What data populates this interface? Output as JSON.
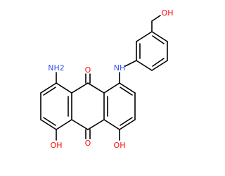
{
  "molecule": {
    "colors": {
      "bond": "#000000",
      "oxygen": "#ff0d0d",
      "nitrogen": "#3050f8",
      "background": "#ffffff"
    },
    "labels": {
      "nh2": "NH2",
      "nh": "NH",
      "carbonyl_top": "O",
      "carbonyl_bottom": "O",
      "oh_left": "OH",
      "oh_right": "OH",
      "oh_top": "OH"
    }
  }
}
